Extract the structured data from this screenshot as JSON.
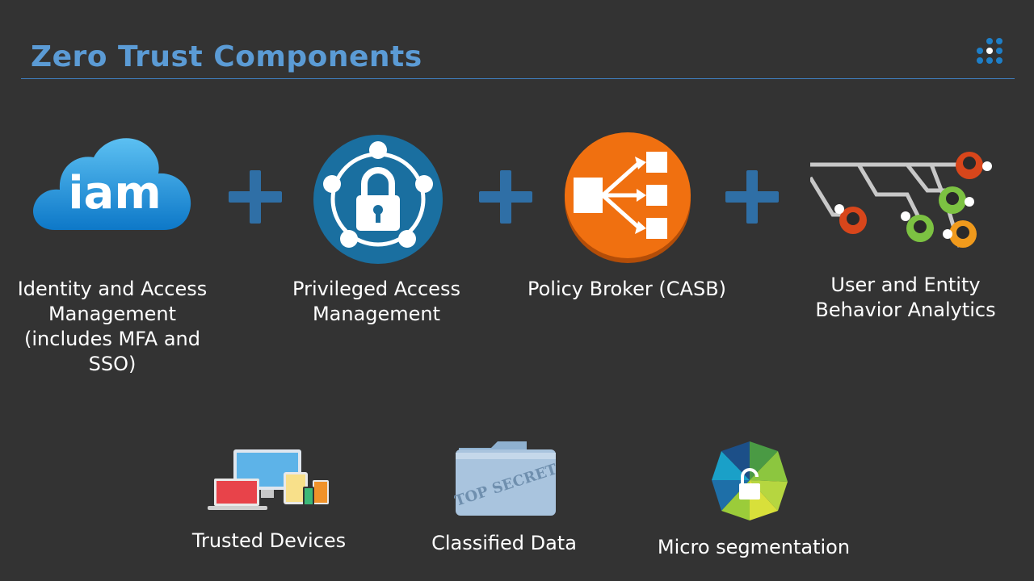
{
  "slide": {
    "title": "Zero Trust Components"
  },
  "components": [
    {
      "name": "iam",
      "icon": "iam-cloud-icon",
      "icon_text": "iam",
      "label": "Identity and Access Management (includes MFA and SSO)"
    },
    {
      "name": "pam",
      "icon": "lock-network-icon",
      "label": "Privileged Access Management"
    },
    {
      "name": "casb",
      "icon": "load-balancer-icon",
      "label": "Policy Broker (CASB)"
    },
    {
      "name": "ueba",
      "icon": "user-behavior-icon",
      "label": "User and Entity Behavior Analytics"
    }
  ],
  "extras": [
    {
      "name": "trusted-devices",
      "icon": "devices-icon",
      "label": "Trusted Devices"
    },
    {
      "name": "classified-data",
      "icon": "top-secret-folder-icon",
      "icon_text": "TOP SECRET",
      "label": "Classified Data"
    },
    {
      "name": "micro-segmentation",
      "icon": "segmented-lock-icon",
      "label": "Micro segmentation"
    }
  ],
  "colors": {
    "background": "#333333",
    "title": "#5b9bd5",
    "plus": "#2f6fa6",
    "iam_cloud": "#1e8fd8",
    "pam_circle": "#1a6fa0",
    "casb_circle": "#f07010"
  }
}
